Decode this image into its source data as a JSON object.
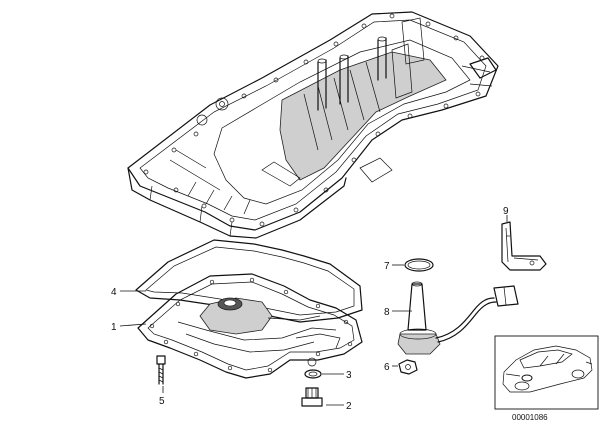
{
  "callouts": {
    "c1": "1",
    "c2": "2",
    "c3": "3",
    "c4": "4",
    "c5": "5",
    "c6": "6",
    "c7": "7",
    "c8": "8",
    "c9": "9"
  },
  "document_id": "00001086",
  "colors": {
    "line": "#111111",
    "background": "#ffffff",
    "shade": "#cfcfcf"
  }
}
